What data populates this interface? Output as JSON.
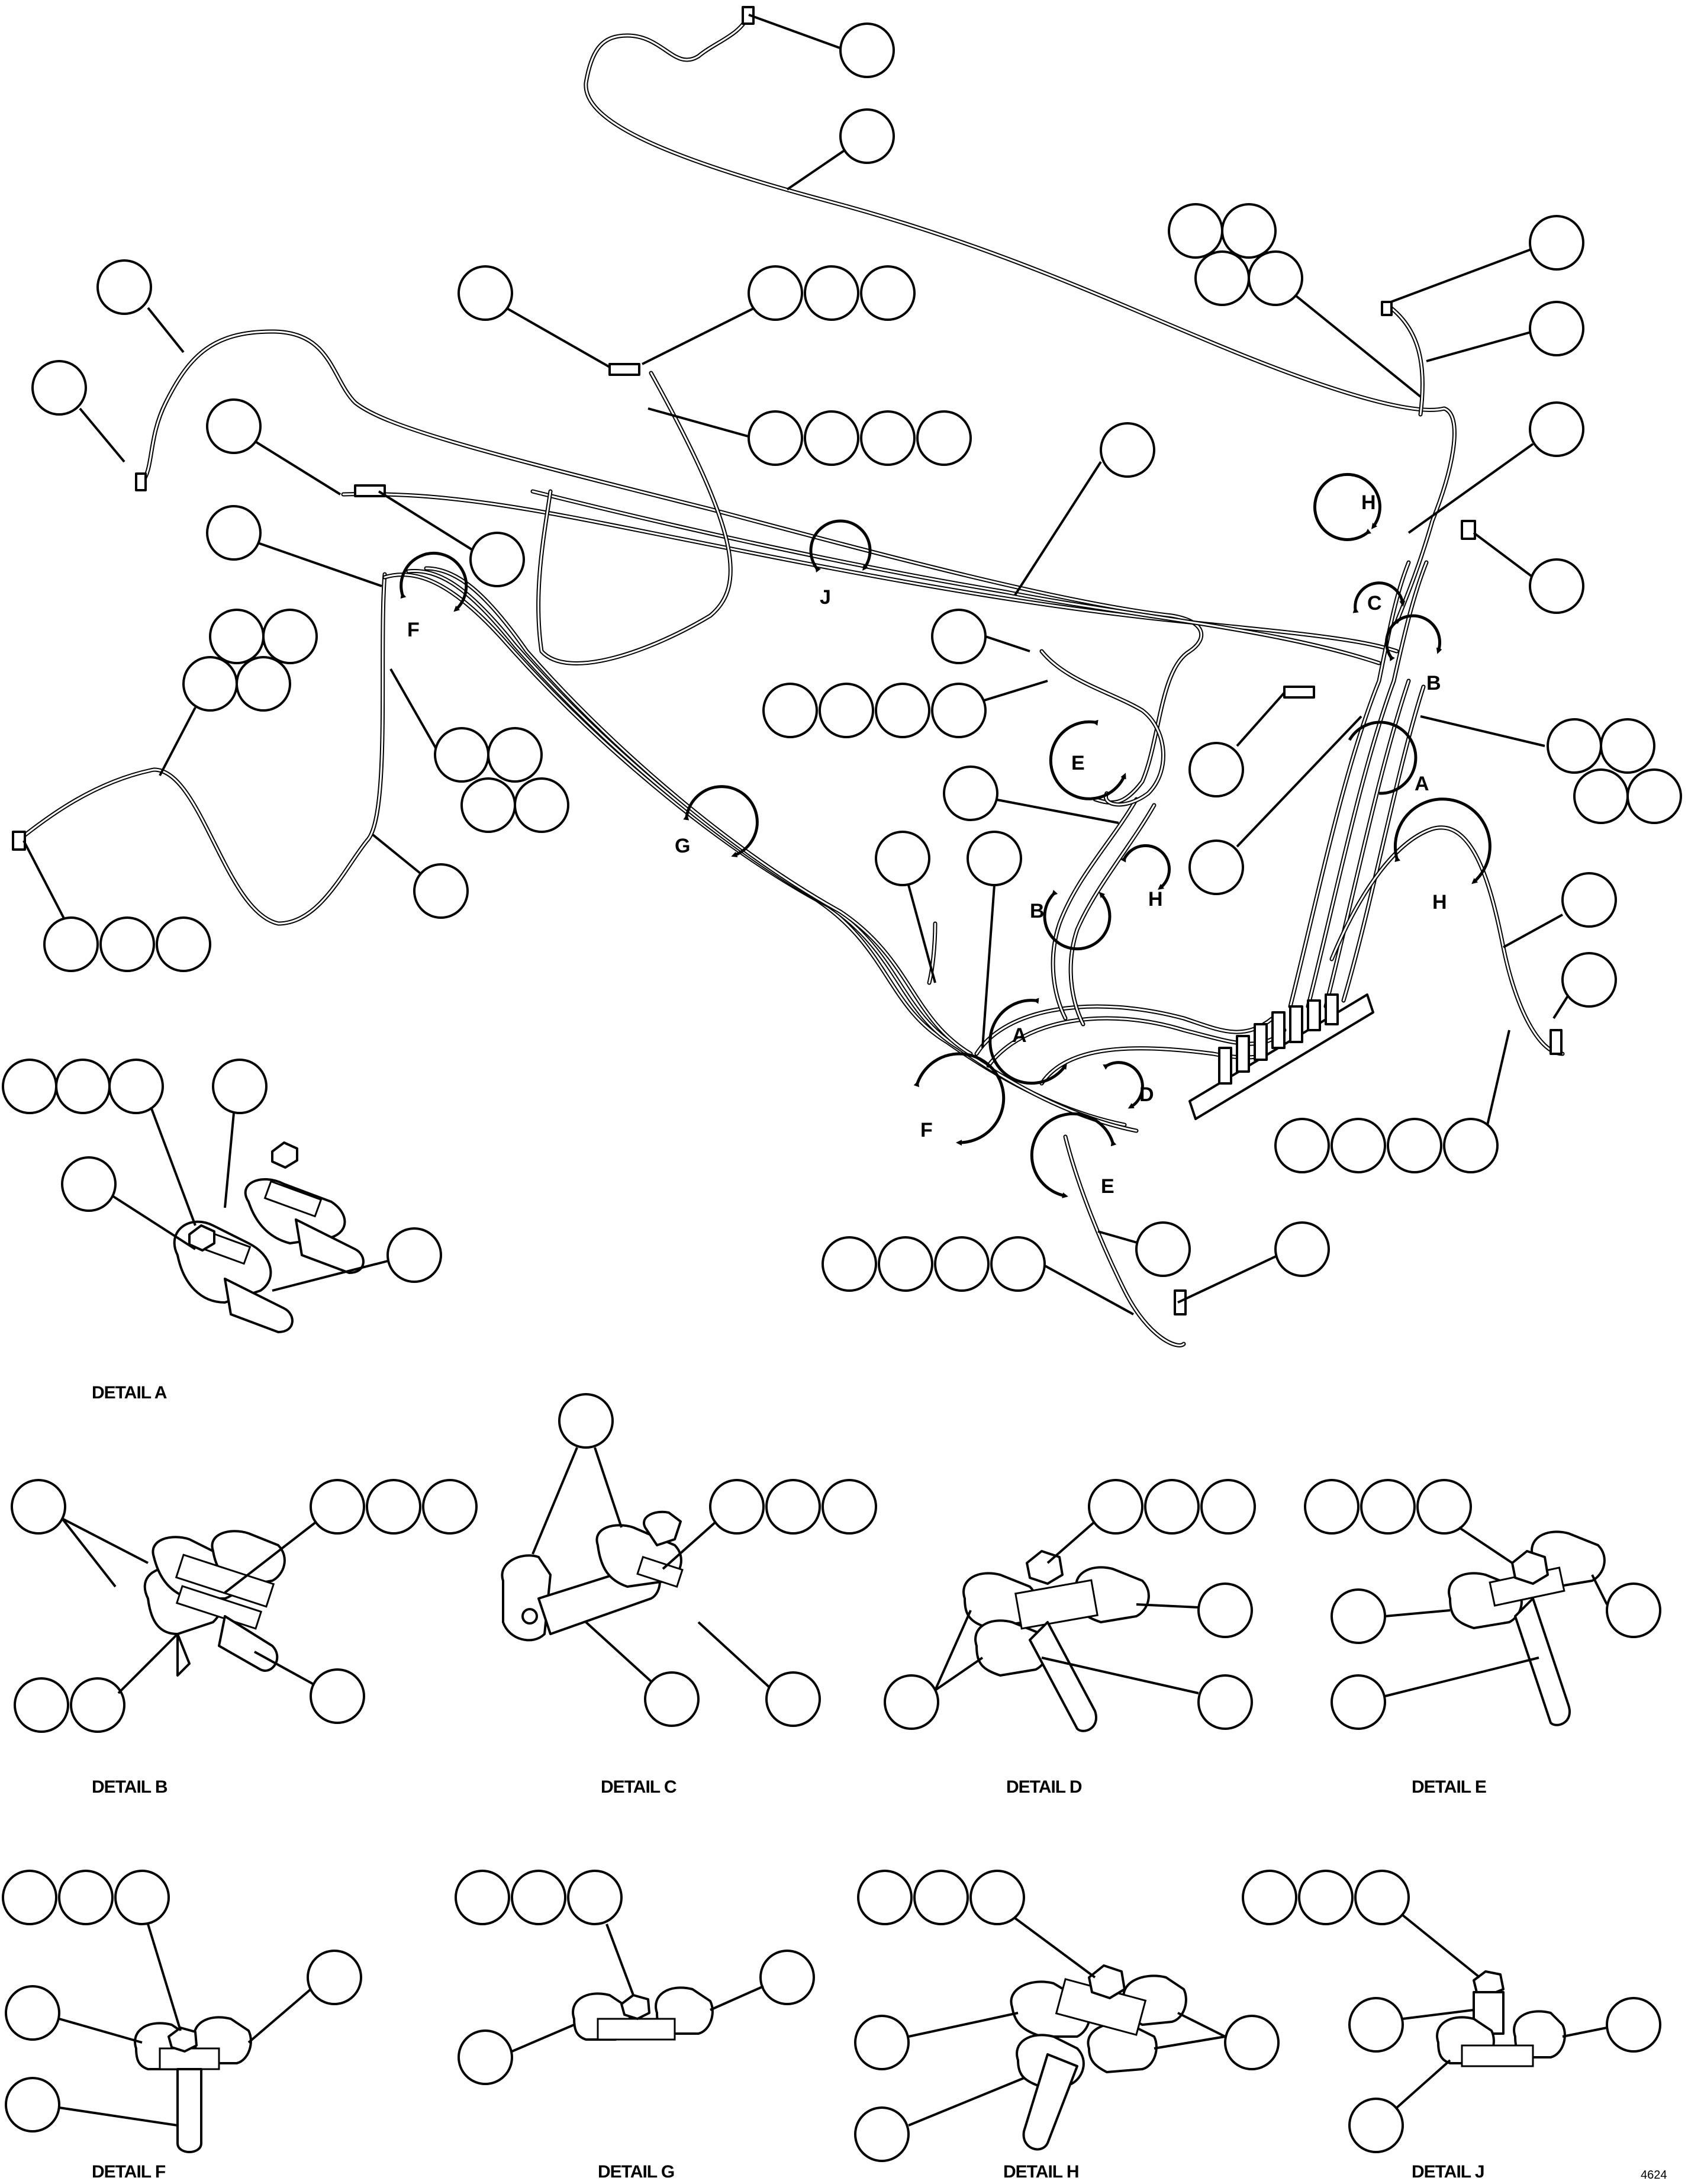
{
  "main_view": {
    "detail_markers": {
      "a1": "A",
      "a2": "A",
      "b1": "B",
      "b2": "B",
      "c1": "C",
      "d1": "D",
      "e1": "E",
      "e2": "E",
      "f1": "F",
      "f2": "F",
      "g1": "G",
      "h1": "H",
      "h2": "H",
      "h3": "H",
      "j1": "J"
    }
  },
  "details": {
    "a": "DETAIL A",
    "b": "DETAIL B",
    "c": "DETAIL C",
    "d": "DETAIL D",
    "e": "DETAIL E",
    "f": "DETAIL F",
    "g": "DETAIL G",
    "h": "DETAIL H",
    "j": "DETAIL J"
  },
  "document_id": "4624"
}
